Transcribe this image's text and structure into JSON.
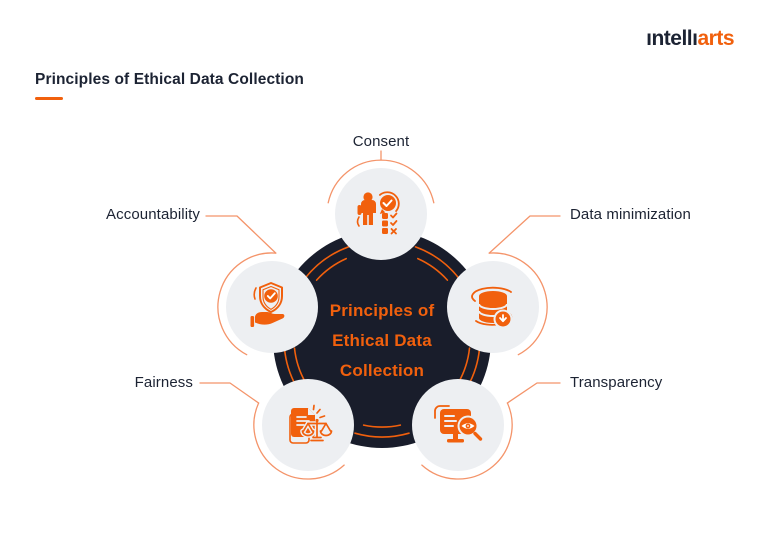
{
  "brand": {
    "logo_part1": "ıntellı",
    "logo_part2": "arts"
  },
  "page": {
    "title": "Principles of Ethical Data Collection"
  },
  "diagram": {
    "center": {
      "line1": "Principles of",
      "line2": "Ethical Data",
      "line3": "Collection"
    },
    "nodes": [
      {
        "id": "consent",
        "label": "Consent",
        "icon": "person-consent-checklist-icon"
      },
      {
        "id": "accountability",
        "label": "Accountability",
        "icon": "hand-shield-check-icon"
      },
      {
        "id": "data-minimization",
        "label": "Data minimization",
        "icon": "database-download-icon"
      },
      {
        "id": "fairness",
        "label": "Fairness",
        "icon": "document-scales-icon"
      },
      {
        "id": "transparency",
        "label": "Transparency",
        "icon": "monitor-magnifier-eye-icon"
      }
    ],
    "colors": {
      "primary_orange": "#F1600D",
      "connector_orange": "#F4946A",
      "dark_navy": "#191D2B",
      "node_fill": "#EDEFF2",
      "text_navy": "#1C2333",
      "background": "#FFFFFF"
    }
  }
}
